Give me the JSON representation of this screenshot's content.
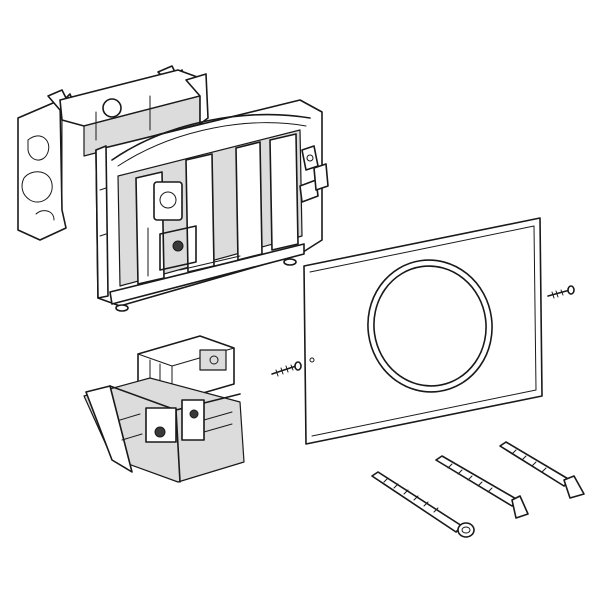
{
  "drawing": {
    "type": "exploded-assembly",
    "components": [
      {
        "name": "mounting-bracket",
        "count": 1
      },
      {
        "name": "actuator-frame",
        "count": 1
      },
      {
        "name": "cover-plate-with-ring",
        "count": 1
      },
      {
        "name": "fixing-screw",
        "count": 2
      },
      {
        "name": "actuator-module",
        "count": 1
      },
      {
        "name": "extension-rod",
        "count": 3
      }
    ],
    "colors": {
      "line": "#1a1a1a",
      "fill_light": "#ffffff",
      "fill_shade": "#dcdcdc",
      "background": "#ffffff"
    }
  }
}
